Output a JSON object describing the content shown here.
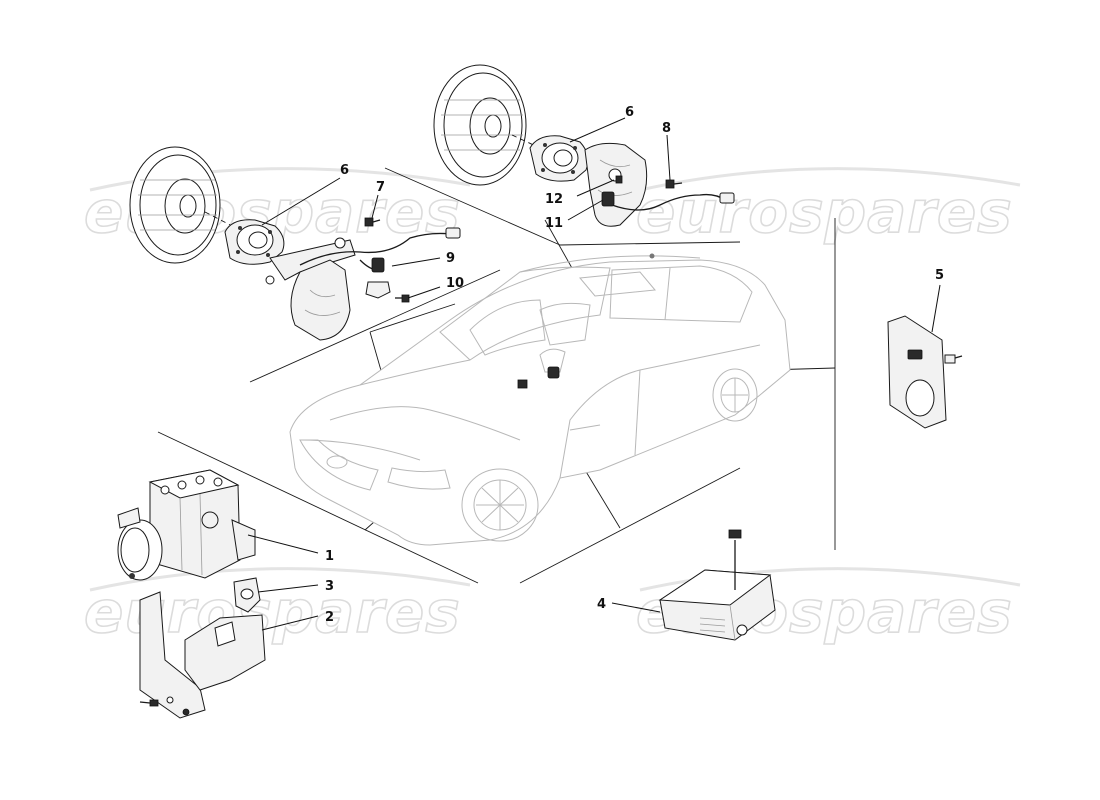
{
  "watermark": {
    "text": "eurospares"
  },
  "callouts": [
    {
      "id": "1",
      "label": "1"
    },
    {
      "id": "2",
      "label": "2"
    },
    {
      "id": "3",
      "label": "3"
    },
    {
      "id": "4",
      "label": "4"
    },
    {
      "id": "5",
      "label": "5"
    },
    {
      "id": "6a",
      "label": "6"
    },
    {
      "id": "6b",
      "label": "6"
    },
    {
      "id": "7",
      "label": "7"
    },
    {
      "id": "8",
      "label": "8"
    },
    {
      "id": "9",
      "label": "9"
    },
    {
      "id": "10",
      "label": "10"
    },
    {
      "id": "11",
      "label": "11"
    },
    {
      "id": "12",
      "label": "12"
    }
  ],
  "colors": {
    "line": "#1a1a1a",
    "car_outline": "#b8b8b8",
    "watermark_stroke": "#dcdcdc",
    "background": "#ffffff"
  }
}
